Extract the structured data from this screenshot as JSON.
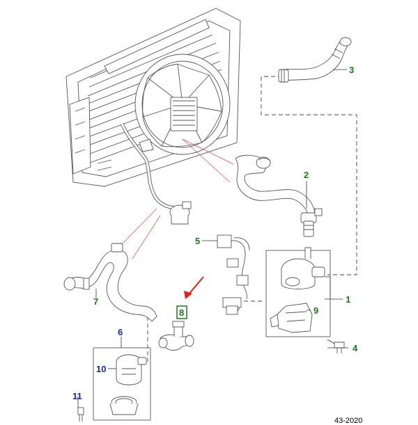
{
  "diagram": {
    "reference_code": "43-2020",
    "colors": {
      "green_callout": "#1a7a1a",
      "blue_callout": "#1a2aa0",
      "arrow": "#e0201a",
      "leader_red": "#e05050",
      "line": "#333333",
      "part_line": "#555555",
      "part_fill": "#ffffff"
    },
    "callouts": [
      {
        "id": "c1",
        "label": "1",
        "color": "green"
      },
      {
        "id": "c2",
        "label": "2",
        "color": "green"
      },
      {
        "id": "c3",
        "label": "3",
        "color": "green"
      },
      {
        "id": "c4",
        "label": "4",
        "color": "green"
      },
      {
        "id": "c5",
        "label": "5",
        "color": "green"
      },
      {
        "id": "c6",
        "label": "6",
        "color": "blue"
      },
      {
        "id": "c7",
        "label": "7",
        "color": "green"
      },
      {
        "id": "c8",
        "label": "8",
        "color": "green",
        "highlighted": true
      },
      {
        "id": "c9",
        "label": "9",
        "color": "green"
      },
      {
        "id": "c10",
        "label": "10",
        "color": "blue"
      },
      {
        "id": "c11",
        "label": "11",
        "color": "blue"
      }
    ]
  }
}
